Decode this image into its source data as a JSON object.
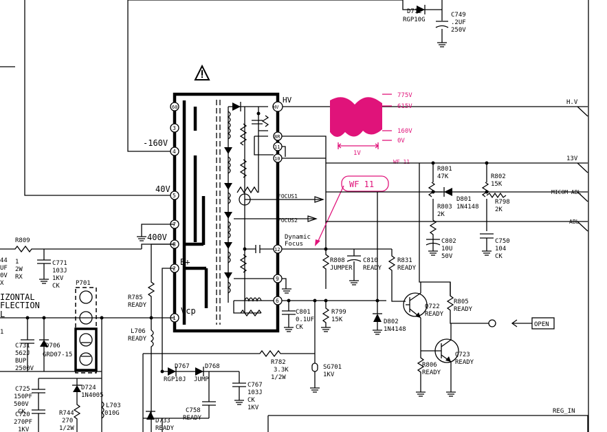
{
  "labels": {
    "d712": "D712",
    "d712_val": "RGP10G",
    "c749": "C749",
    "c749_val1": ".2UF",
    "c749_val2": "250V",
    "v160": "-160V",
    "v40": "40V",
    "v400": "400V",
    "bplus": "B+",
    "vcp": "Vcp",
    "hv": "HV",
    "p60": "60",
    "p3": "3",
    "p4": "4",
    "p5": "5",
    "p7": "7",
    "p8": "8",
    "p2": "2",
    "p1": "1",
    "pHV": "HV",
    "p8R": "8R",
    "p11": "11",
    "p10": "10",
    "p12": "12",
    "p9": "9",
    "p6": "6",
    "focus1": "FOCUS1",
    "focus2": "FOCUS2",
    "dynamic": "Dynamic",
    "focus": "Focus",
    "wf_775": "775V",
    "wf_615": "615V",
    "wf_160": "160V",
    "wf_0": "0V",
    "wf_1v": "1V",
    "wf_name": "WF 11",
    "wf_callout": "WF 11",
    "hvnet": "H.V",
    "v13": "13V",
    "micom": "MICOM ABL",
    "abl": "ABL",
    "reg": "REG_IN",
    "r801": "R801",
    "r801_v": "47K",
    "r802": "R802",
    "r802_v": "15K",
    "d801": "D801",
    "d801_v": "1N4148",
    "r798": "R798",
    "r798_v": "2K",
    "r803": "R803",
    "r803_v": "2K",
    "c802": "C802",
    "c802_v1": "10U",
    "c802_v2": "50V",
    "c750": "C750",
    "c750_v1": "104",
    "c750_v2": "CK",
    "r808": "R808",
    "r808_v": "JUMPER",
    "c810": "C810",
    "c810_v": "READY",
    "r831": "R831",
    "r831_v": "READY",
    "q722": "Q722",
    "q722_v": "READY",
    "r805": "R805",
    "r805_v": "READY",
    "open": "OPEN",
    "c801": "C801",
    "c801_v1": "0.1UF",
    "c801_v2": "CK",
    "r799": "R799",
    "r799_v": "15K",
    "d802": "D802",
    "d802_v": "1N4148",
    "q723": "Q723",
    "q723_v": "READY",
    "r806": "R806",
    "r806_v": "READY",
    "sg701": "SG701",
    "sg701_v": "1KV",
    "r782": "R782",
    "r782_v1": "3.3K",
    "r782_v2": "1/2W",
    "r785": "R785",
    "r785_v": "READY",
    "l706": "L706",
    "l706_v": "READY",
    "d767": "D767",
    "d767_v": "RGP10J",
    "d768": "D768",
    "d768_v": "JUMP",
    "c767": "C767",
    "c767_v1": "103J",
    "c767_v2": "CK",
    "c767_v3": "1KV",
    "c758": "C758",
    "c758_v": "READY",
    "d733": "D733",
    "d733_v": "READY",
    "r809": "R809",
    "r809_v1": "1",
    "r809_v2": "2W",
    "r809_v3": "RX",
    "c771": "C771",
    "c771_v1": "103J",
    "c771_v2": "1KV",
    "c771_v3": "CK",
    "p701": "P701",
    "c44": "44",
    "c44_v1": "UF",
    "c44_v2": "0V",
    "c44_v3": "X",
    "izontal": "IZONTAL",
    "flection": "FLECTION",
    "lbl_l": "L",
    "lbl_1": "1",
    "c731": "C731",
    "c731_v1": "562J",
    "c731_v2": "BUP",
    "c731_v3": "2500V",
    "d706": "D706",
    "d706_v": "GRD07-15",
    "d724": "D724",
    "d724_v": "1N4005",
    "c725": "C725",
    "c725_v1": "150PF",
    "c725_v2": "500V",
    "c725_v3": "CK",
    "c720": "C720",
    "c720_v1": "270PF",
    "c720_v2": "1KV",
    "r744": "R744",
    "r744_v1": "270",
    "r744_v2": "1/2W",
    "l703": "L703",
    "l703_v": "010G"
  },
  "colors": {
    "waveform": "#e0137a",
    "line": "#000000",
    "background": "#ffffff"
  },
  "icons": {
    "warning": "warning-triangle-icon"
  }
}
